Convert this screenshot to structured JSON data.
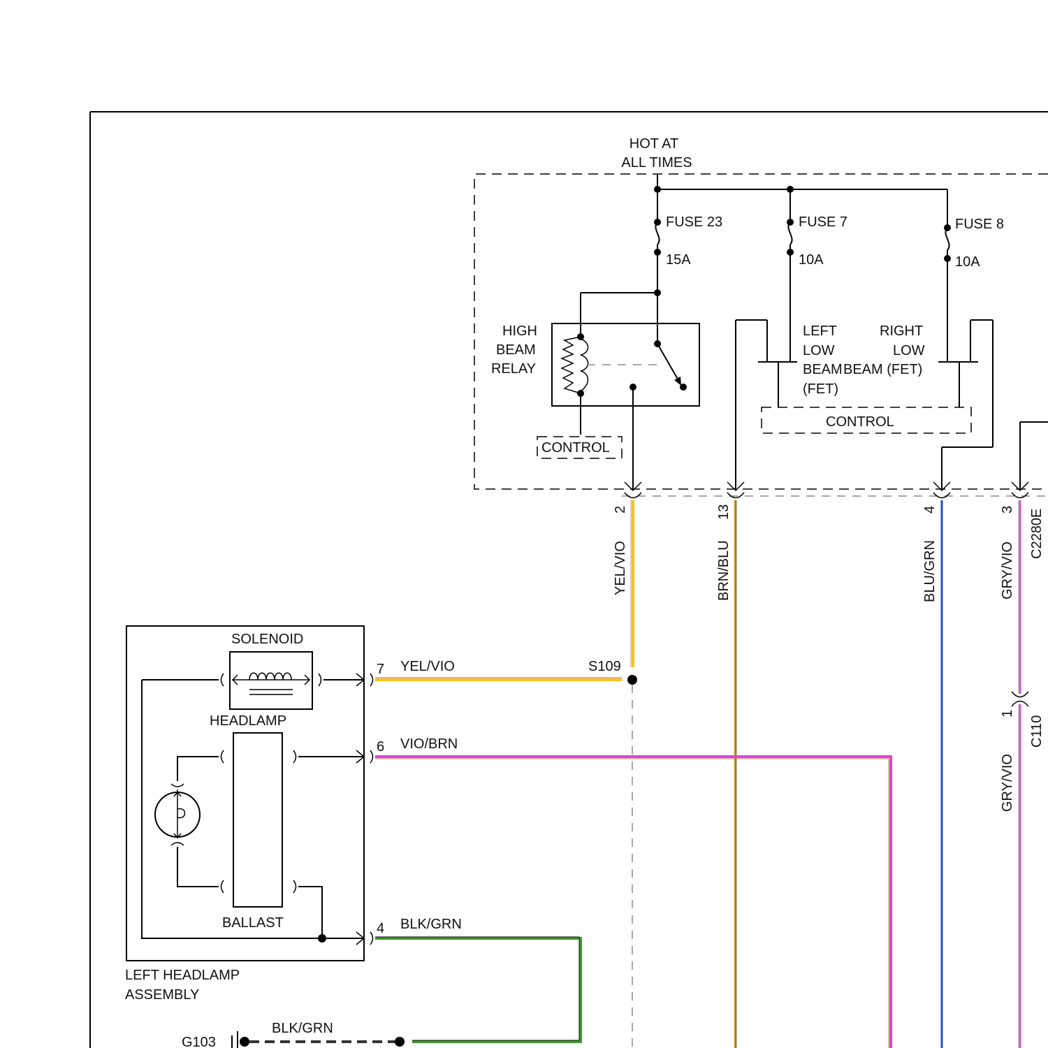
{
  "power": {
    "line1": "HOT AT",
    "line2": "ALL TIMES"
  },
  "fuses": [
    {
      "name": "FUSE 23",
      "rating": "15A"
    },
    {
      "name": "FUSE 7",
      "rating": "10A"
    },
    {
      "name": "FUSE 8",
      "rating": "10A"
    }
  ],
  "relay": {
    "line1": "HIGH",
    "line2": "BEAM",
    "line3": "RELAY",
    "control": "CONTROL"
  },
  "left_low_beam": {
    "line1": "LEFT",
    "line2": "LOW",
    "line3": "BEAM",
    "line4": "(FET)"
  },
  "right_low_beam": {
    "line1": "RIGHT",
    "line2": "LOW",
    "line3": "BEAM (FET)"
  },
  "fet_control": "CONTROL",
  "connector_c2280e": {
    "name": "C2280E",
    "pins": [
      {
        "pin": "2",
        "wire": "YEL/VIO",
        "color": "#f5c518"
      },
      {
        "pin": "13",
        "wire": "BRN/BLU",
        "color": "#9a7b4f"
      },
      {
        "pin": "4",
        "wire": "BLU/GRN",
        "color": "#1f4fd8"
      },
      {
        "pin": "3",
        "wire": "GRY/VIO",
        "color": "#d35bd3"
      }
    ]
  },
  "connector_c110": {
    "name": "C110",
    "pin": "1",
    "wire": "GRY/VIO"
  },
  "splice": "S109",
  "headlamp_assembly": {
    "title_line1": "LEFT HEADLAMP",
    "title_line2": "ASSEMBLY",
    "solenoid": "SOLENOID",
    "headlamp": "HEADLAMP",
    "ballast": "BALLAST",
    "pins": [
      {
        "pin": "7",
        "wire": "YEL/VIO",
        "color": "#f5c518"
      },
      {
        "pin": "6",
        "wire": "VIO/BRN",
        "color": "#e040e0"
      },
      {
        "pin": "4",
        "wire": "BLK/GRN",
        "color": "#3a9a2a"
      }
    ]
  },
  "ground": {
    "name": "G103",
    "wire": "BLK/GRN"
  }
}
